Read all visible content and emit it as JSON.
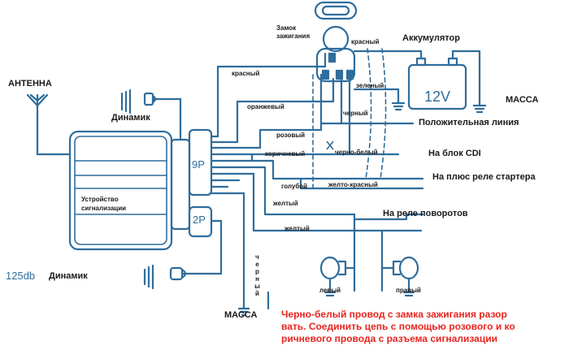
{
  "labels": {
    "ignition_lock": "Замок\nзажигания",
    "red_top": "красный",
    "battery": "Аккумулятор",
    "battery_voltage": "12V",
    "ground_right": "МАССА",
    "antenna": "АНТЕННА",
    "speaker_top": "Динамик",
    "red_left": "красный",
    "green": "зеленый",
    "orange": "оранжевый",
    "black_mid": "черный",
    "positive_line": "Положительная линия",
    "pink": "розовый",
    "black_white": "черно-белый",
    "brown": "коричневый",
    "cdi": "На блок CDI",
    "connector_9p": "9P",
    "connector_2p": "2P",
    "alarm_unit": "Устройство\nсигнализации",
    "blue": "голубой",
    "yellow_red": "желто-красный",
    "starter_relay": "На плюс реле стартера",
    "yellow_1": "желтый",
    "yellow_2": "желтый",
    "turn_relay": "На реле поворотов",
    "speaker_db": "125db",
    "speaker_bottom": "Динамик",
    "black_vertical": "черный",
    "left": "левый",
    "right": "правый",
    "ground_bottom": "МАССА"
  },
  "note": [
    "Черно-белый провод с замка зажигания разор",
    "вать. Соединить цепь с помощью розового и ко",
    "ричневого провода с разъема сигнализации"
  ],
  "colors": {
    "wire": "#2f6d9c",
    "wire_light": "#4a86b4",
    "note_text": "#e8241f"
  },
  "icons": [
    "antenna-icon",
    "speaker-icon",
    "ignition-lock-icon",
    "battery-icon",
    "turn-signal-lamp-icon",
    "ground-icon"
  ]
}
